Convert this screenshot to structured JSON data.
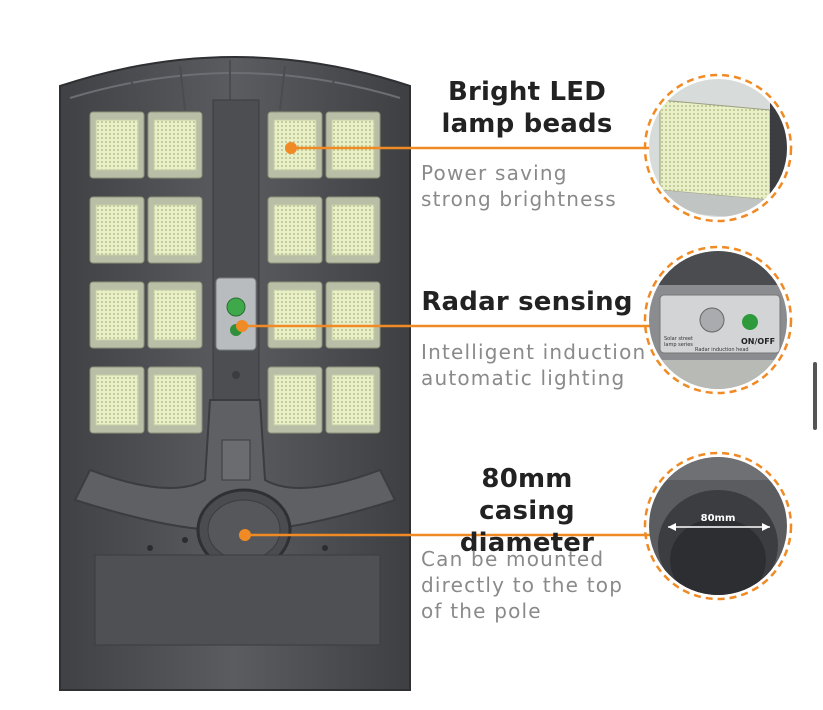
{
  "features": [
    {
      "title_lines": [
        "Bright LED",
        "lamp beads"
      ],
      "description_lines": [
        "Power saving",
        "strong brightness"
      ]
    },
    {
      "title_lines": [
        "Radar sensing"
      ],
      "description_lines": [
        "Intelligent induction",
        "automatic lighting"
      ]
    },
    {
      "title_lines": [
        "80mm",
        "casing diameter"
      ],
      "description_lines": [
        "Can be mounted",
        "directly to the top",
        "of the pole"
      ]
    }
  ],
  "detail_labels": {
    "switch": "ON/OFF",
    "sensor_line1": "Solar street",
    "sensor_line2": "lamp series",
    "sensor_line3": "Radar induction head",
    "diameter": "80mm"
  },
  "colors": {
    "accent": "#f08a24",
    "housing": "#55575a",
    "led": "#eef3d2"
  }
}
